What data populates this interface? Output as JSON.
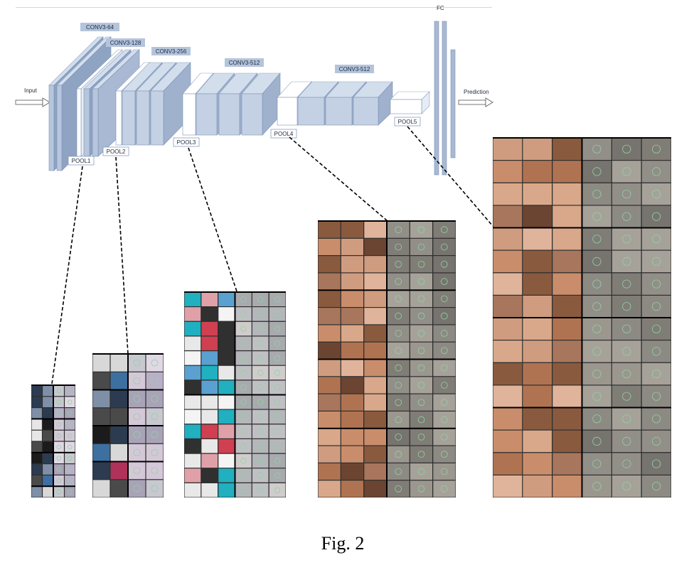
{
  "diagram": {
    "input_label": "Input",
    "prediction_label": "Prediction",
    "fc_label": "FC",
    "conv_labels": [
      "CONV3-64",
      "CONV3-128",
      "CONV3-256",
      "CONV3-512",
      "CONV3-512"
    ],
    "pool_labels": [
      "POOL1",
      "POOL2",
      "POOL3",
      "POOL4",
      "POOL5"
    ],
    "caption": "Fig. 2"
  },
  "colors": {
    "layer_front": "#b7c6dd",
    "layer_side": "#8fa3c3",
    "layer_top": "#d3deed",
    "label_box": "#b4c4dc",
    "pool_box": "#ffffff",
    "panel_bg": "#3a3a3a"
  },
  "visualizations": [
    {
      "pool": "POOL1",
      "content": "kernel-patch-grid"
    },
    {
      "pool": "POOL2",
      "content": "kernel-patch-grid"
    },
    {
      "pool": "POOL3",
      "content": "mouth-patch-grid"
    },
    {
      "pool": "POOL4",
      "content": "face-grid-with-landmark-overlays"
    },
    {
      "pool": "POOL5",
      "content": "face-grid-with-landmark-overlays"
    }
  ]
}
